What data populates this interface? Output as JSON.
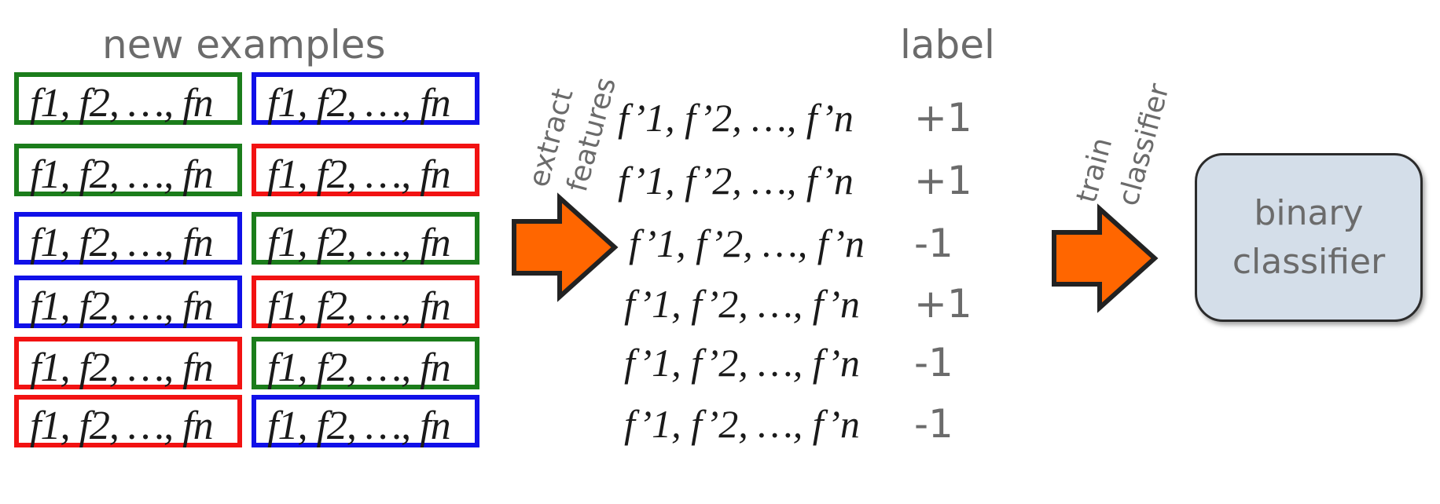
{
  "headings": {
    "examples": "new examples",
    "label": "label"
  },
  "examples": {
    "text": "f1, f2, …, fn",
    "box_colors": {
      "green": "#1b7d1b",
      "blue": "#1010e8",
      "red": "#f21212"
    },
    "rows": [
      {
        "left": "green",
        "right": "blue"
      },
      {
        "left": "green",
        "right": "red"
      },
      {
        "left": "blue",
        "right": "green"
      },
      {
        "left": "blue",
        "right": "red"
      },
      {
        "left": "red",
        "right": "green"
      },
      {
        "left": "red",
        "right": "blue"
      }
    ]
  },
  "extract_arrow": {
    "line1": "extract",
    "line2": "features",
    "fill": "#ff6600"
  },
  "feature_rows": [
    {
      "text": "f’1, f’2, …, f’n",
      "label": "+1"
    },
    {
      "text": "f’1, f’2, …, f’n",
      "label": "+1"
    },
    {
      "text": "f’1, f’2, …, f’n",
      "label": "-1"
    },
    {
      "text": "f’1, f’2, …, f’n",
      "label": "+1"
    },
    {
      "text": "f’1, f’2, …, f’n",
      "label": "-1"
    },
    {
      "text": "f’1, f’2, …, f’n",
      "label": "-1"
    }
  ],
  "train_arrow": {
    "line1": "train",
    "line2": "classifier",
    "fill": "#ff6600"
  },
  "classifier": {
    "line1": "binary",
    "line2": "classifier",
    "fill": "#d4dee9"
  }
}
